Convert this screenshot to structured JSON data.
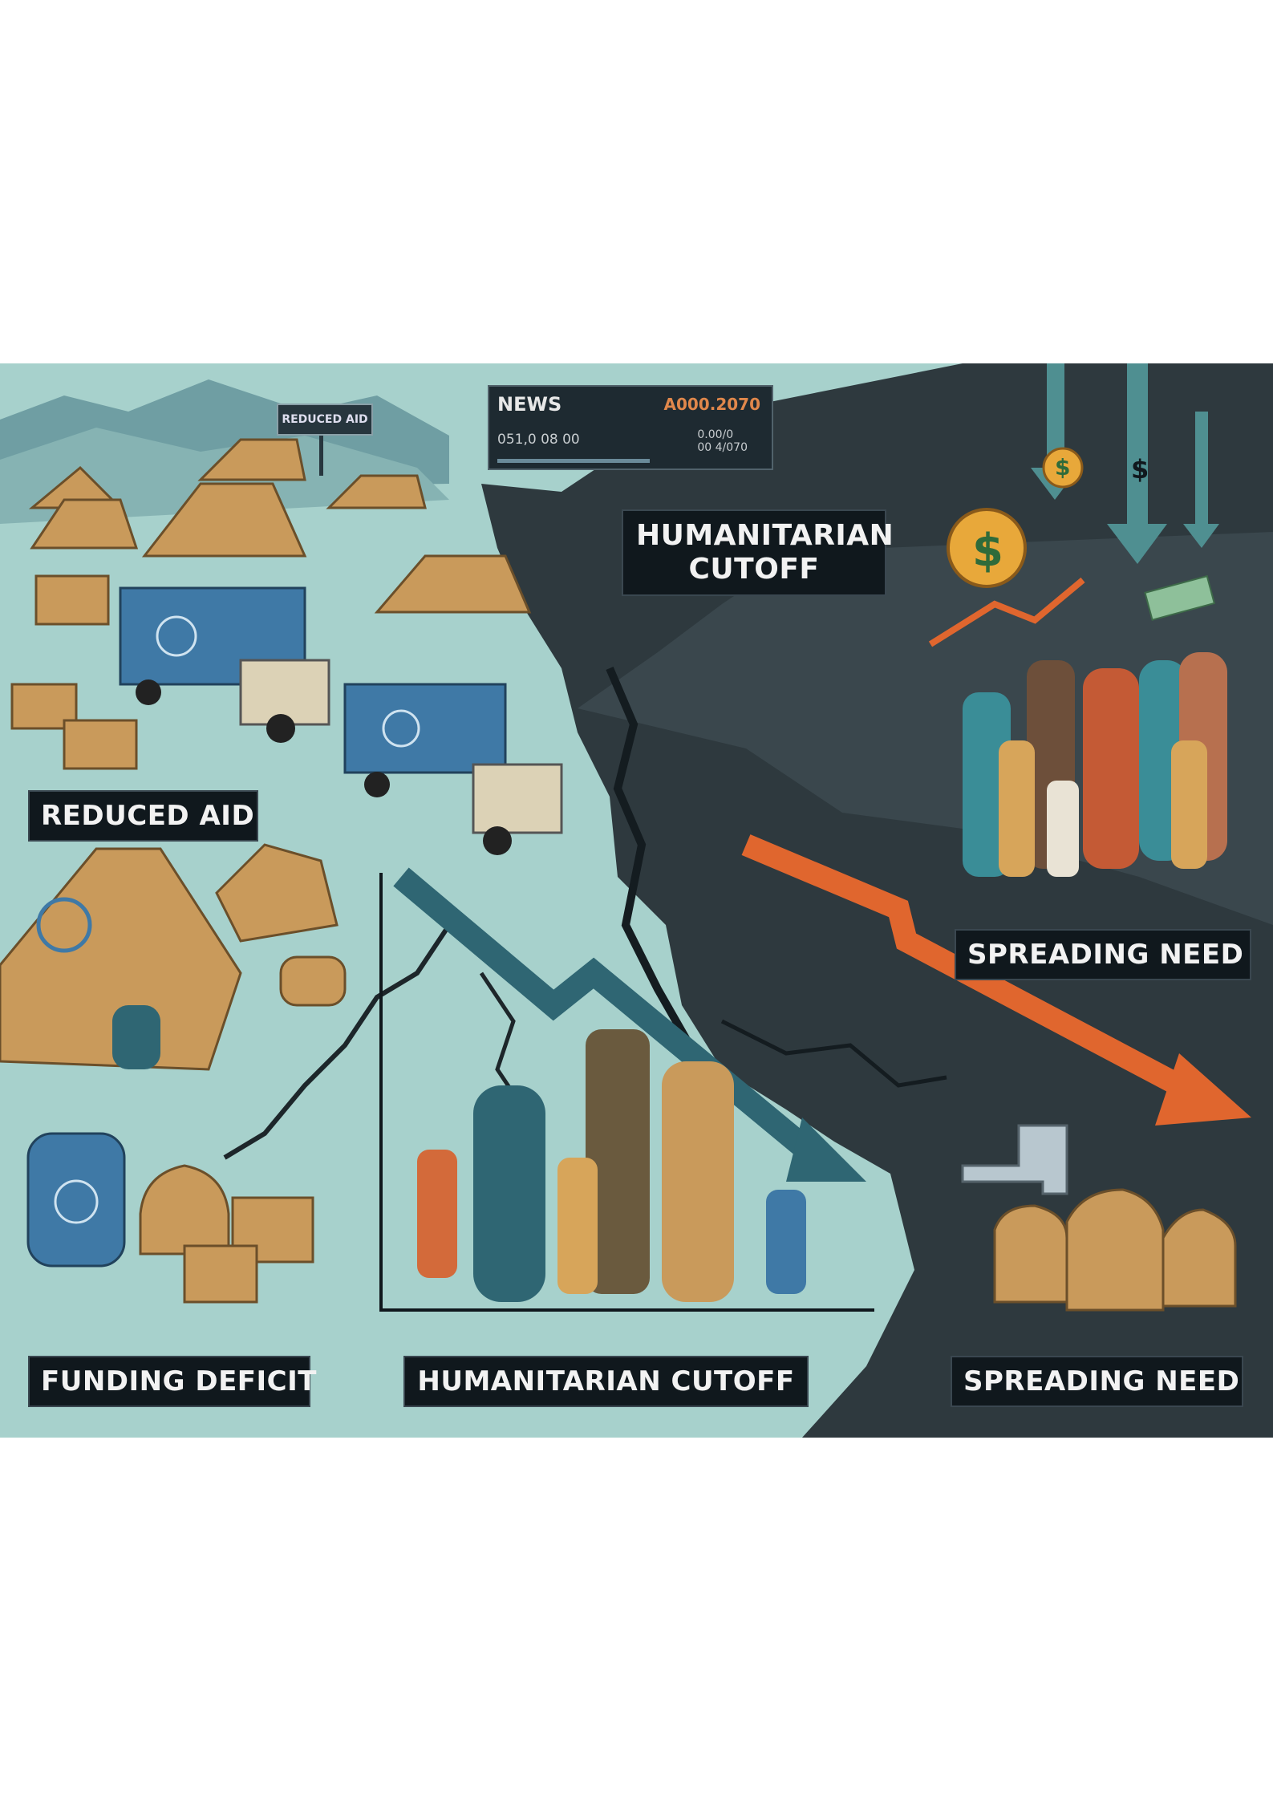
{
  "labels": {
    "reduced_aid": "REDUCED AID",
    "funding_deficit": "FUNDING DEFICIT",
    "humanitarian_cutoff_top": "HUMANITARIAN CUTOFF",
    "humanitarian_cutoff_bottom": "HUMANITARIAN CUTOFF",
    "spreading_need_mid": "SPREADING NEED",
    "spreading_need_bottom": "SPREADING NEED"
  },
  "news_panel": {
    "title": "NEWS",
    "date": "A000.2070",
    "line1": "051,0 08 00",
    "line2a": "0.00/0",
    "line2b": "00 4/070"
  },
  "signpost": "REDUCED AID",
  "currency_symbol": "$",
  "colors": {
    "teal_bg": "#a7d1cc",
    "dark_bg": "#2c363b",
    "tent": "#c99a5b",
    "truck_blue": "#3f79a6",
    "red_arrow": "#e0662e",
    "teal_arrow": "#2f6673"
  }
}
